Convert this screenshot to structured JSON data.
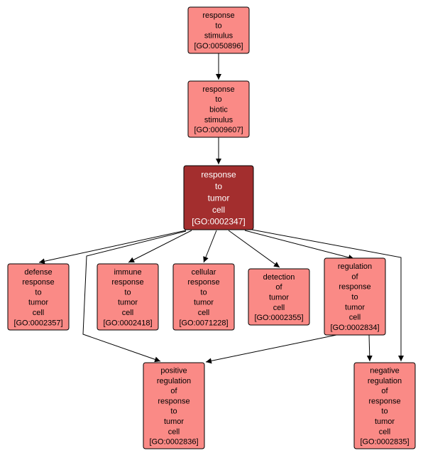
{
  "colors": {
    "node_fill": "#fa8a86",
    "focus_fill": "#a32e2e",
    "focus_text": "#ffffff",
    "edge": "#000000"
  },
  "nodes": [
    {
      "id": "GO:0050896",
      "lines": [
        "response",
        "to",
        "stimulus",
        "[GO:0050896]"
      ]
    },
    {
      "id": "GO:0009607",
      "lines": [
        "response",
        "to",
        "biotic",
        "stimulus",
        "[GO:0009607]"
      ]
    },
    {
      "id": "GO:0002347",
      "lines": [
        "response",
        "to",
        "tumor",
        "cell",
        "[GO:0002347]"
      ],
      "focus": true
    },
    {
      "id": "GO:0002357",
      "lines": [
        "defense",
        "response",
        "to",
        "tumor",
        "cell",
        "[GO:0002357]"
      ]
    },
    {
      "id": "GO:0002418",
      "lines": [
        "immune",
        "response",
        "to",
        "tumor",
        "cell",
        "[GO:0002418]"
      ]
    },
    {
      "id": "GO:0071228",
      "lines": [
        "cellular",
        "response",
        "to",
        "tumor",
        "cell",
        "[GO:0071228]"
      ]
    },
    {
      "id": "GO:0002355",
      "lines": [
        "detection",
        "of",
        "tumor",
        "cell",
        "[GO:0002355]"
      ]
    },
    {
      "id": "GO:0002834",
      "lines": [
        "regulation",
        "of",
        "response",
        "to",
        "tumor",
        "cell",
        "[GO:0002834]"
      ]
    },
    {
      "id": "GO:0002836",
      "lines": [
        "positive",
        "regulation",
        "of",
        "response",
        "to",
        "tumor",
        "cell",
        "[GO:0002836]"
      ]
    },
    {
      "id": "GO:0002835",
      "lines": [
        "negative",
        "regulation",
        "of",
        "response",
        "to",
        "tumor",
        "cell",
        "[GO:0002835]"
      ]
    }
  ],
  "edges": [
    {
      "from": "GO:0050896",
      "to": "GO:0009607"
    },
    {
      "from": "GO:0009607",
      "to": "GO:0002347"
    },
    {
      "from": "GO:0002347",
      "to": "GO:0002357"
    },
    {
      "from": "GO:0002347",
      "to": "GO:0002418"
    },
    {
      "from": "GO:0002347",
      "to": "GO:0071228"
    },
    {
      "from": "GO:0002347",
      "to": "GO:0002355"
    },
    {
      "from": "GO:0002347",
      "to": "GO:0002834"
    },
    {
      "from": "GO:0002347",
      "to": "GO:0002836"
    },
    {
      "from": "GO:0002347",
      "to": "GO:0002835"
    },
    {
      "from": "GO:0002834",
      "to": "GO:0002836"
    },
    {
      "from": "GO:0002834",
      "to": "GO:0002835"
    }
  ]
}
